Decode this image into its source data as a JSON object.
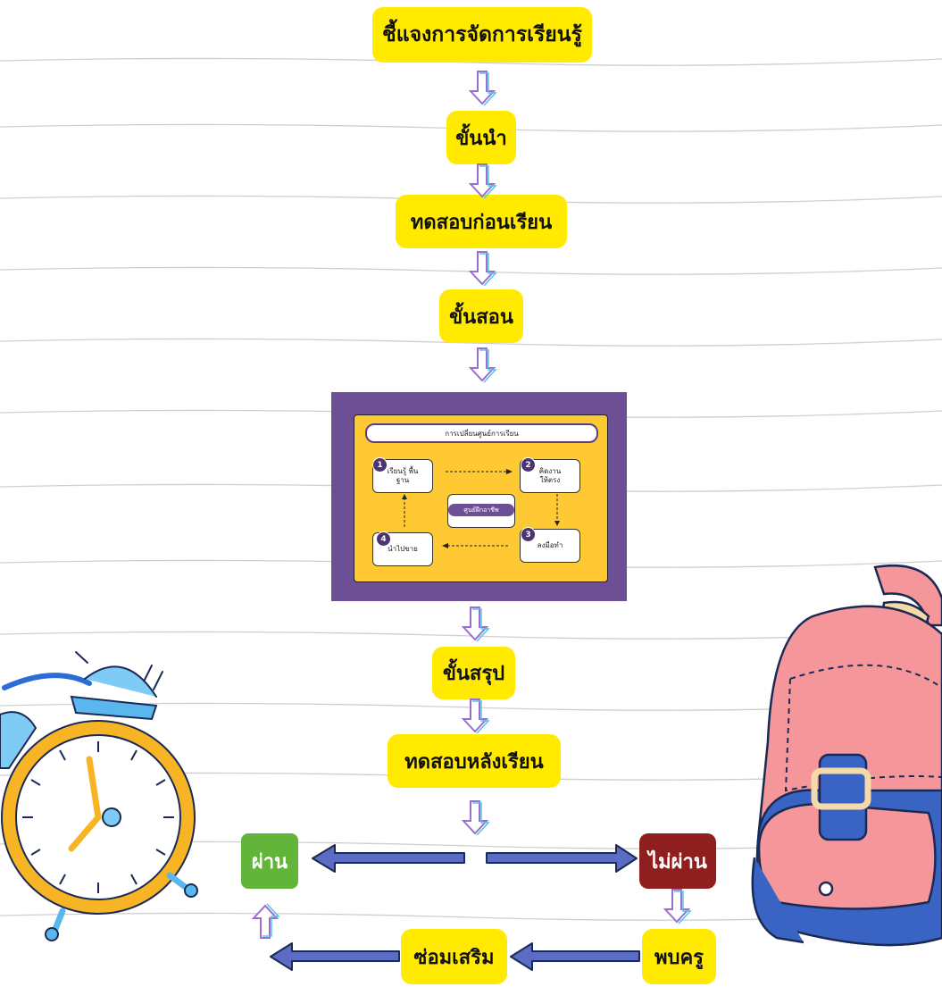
{
  "flow": {
    "explain": "ชี้แจงการจัดการเรียนรู้",
    "intro": "ขั้นนำ",
    "pretest": "ทดสอบก่อนเรียน",
    "teach": "ขั้นสอน",
    "conclude": "ขั้นสรุป",
    "posttest": "ทดสอบหลังเรียน",
    "pass": "ผ่าน",
    "fail": "ไม่ผ่าน",
    "meet_teacher": "พบครู",
    "remedial": "ซ่อมเสริม"
  },
  "learning_center": {
    "title": "การเปลี่ยนศูนย์การเรียน",
    "center": "ศูนย์ฝึกอาชีพ",
    "steps": [
      {
        "num": "1",
        "label": "เรียนรู้ พื้นฐาน"
      },
      {
        "num": "2",
        "label": "คิดงาน ให้ตรง"
      },
      {
        "num": "3",
        "label": "ลงมือทำ"
      },
      {
        "num": "4",
        "label": "นำไปขาย"
      }
    ]
  },
  "colors": {
    "box_yellow": "#ffea00",
    "pass_green": "#63b43a",
    "fail_red": "#8f1f1f",
    "frame_purple": "#6d4f95",
    "inner_yellow": "#ffc933",
    "arrow_blue": "#5a6cc4"
  },
  "icons": [
    "alarm-clock-icon",
    "backpack-icon"
  ]
}
